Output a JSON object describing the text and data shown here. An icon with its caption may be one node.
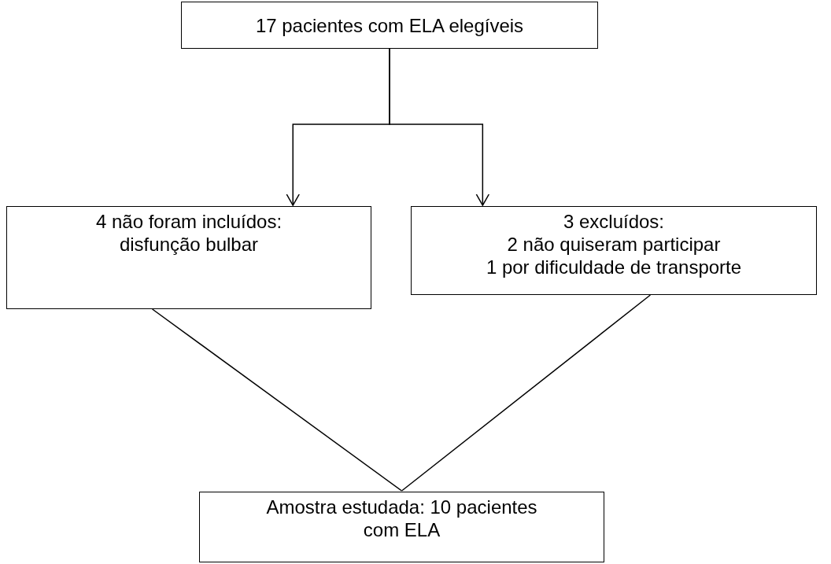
{
  "diagram": {
    "nodes": [
      {
        "text": [
          "17 pacientes com ELA elegíveis"
        ]
      },
      {
        "text": [
          "4 não foram incluídos: disfunção bulbar"
        ]
      },
      {
        "text": [
          "3 excluídos:",
          "2 não quiseram participar",
          "1 por dificuldade de transporte"
        ]
      },
      {
        "text": [
          "Amostra estudada: 10 pacientes com ELA"
        ]
      }
    ],
    "edges": [
      {
        "from": 0,
        "to": 1,
        "arrow": "to"
      },
      {
        "from": 0,
        "to": 2,
        "arrow": "to"
      },
      {
        "from": 1,
        "to": 3,
        "arrow": "none"
      },
      {
        "from": 2,
        "to": 3,
        "arrow": "none"
      }
    ]
  }
}
